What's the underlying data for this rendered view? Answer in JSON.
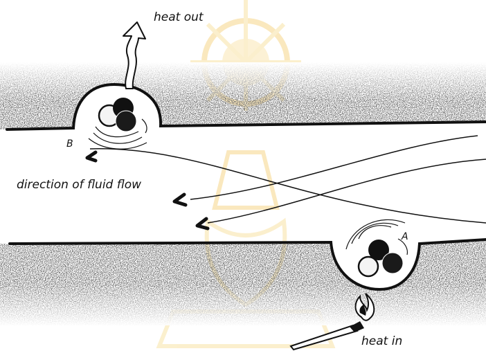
{
  "labels": {
    "heat_out": "heat out",
    "heat_in": "heat in",
    "direction": "direction of fluid flow",
    "point_a": "A",
    "point_b": "B"
  },
  "colors": {
    "ink": "#111111",
    "stipple": "#555555",
    "watermark": "#f6d78a",
    "paper": "#ffffff"
  }
}
